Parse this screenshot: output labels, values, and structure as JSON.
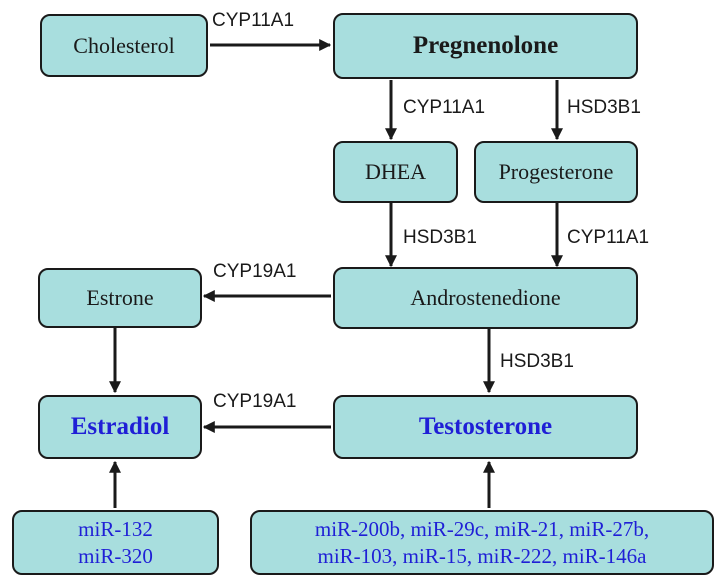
{
  "nodes": {
    "cholesterol": "Cholesterol",
    "pregnenolone": "Pregnenolone",
    "dhea": "DHEA",
    "progesterone": "Progesterone",
    "estrone": "Estrone",
    "androstenedione": "Androstenedione",
    "estradiol": "Estradiol",
    "testosterone": "Testosterone"
  },
  "enzymes": {
    "chol_to_preg": "CYP11A1",
    "preg_to_dhea": "CYP11A1",
    "preg_to_prog": "HSD3B1",
    "dhea_to_andro": "HSD3B1",
    "prog_to_andro": "CYP11A1",
    "andro_to_estrone": "CYP19A1",
    "andro_to_testo": "HSD3B1",
    "testo_to_estradiol": "CYP19A1"
  },
  "mirnas": {
    "estradiol_line1": "miR-132",
    "estradiol_line2": "miR-320",
    "testosterone_line1": "miR-200b, miR-29c, miR-21, miR-27b,",
    "testosterone_line2": "miR-103, miR-15, miR-222, miR-146a"
  },
  "colors": {
    "box_fill": "#a8dede",
    "box_border": "#1a1a1a",
    "highlight_text": "#1f1fd6"
  }
}
